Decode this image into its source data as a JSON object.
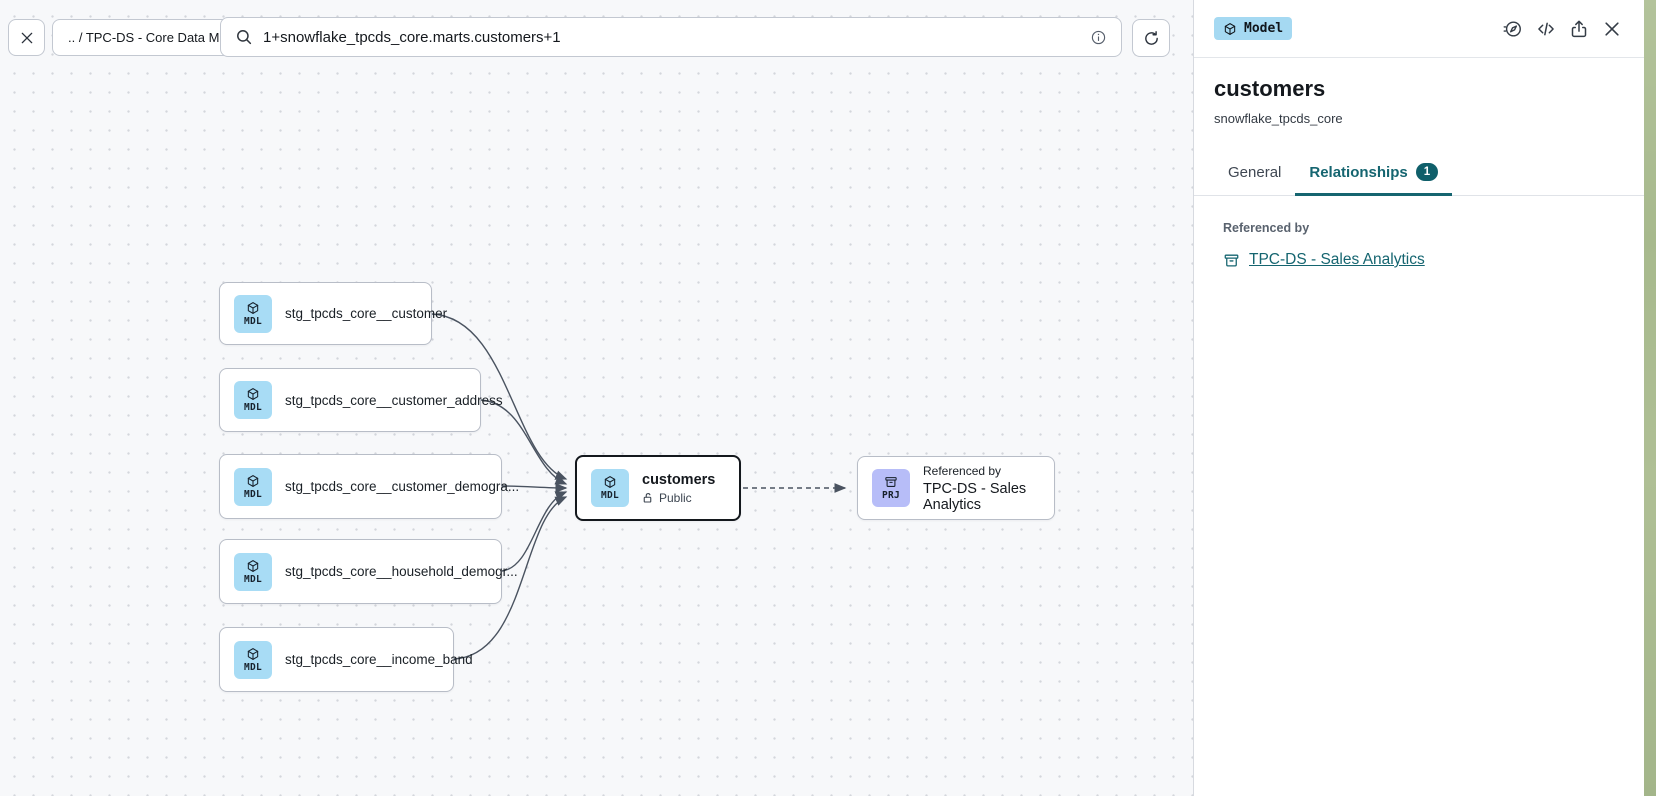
{
  "toolbar": {
    "breadcrumb": ".. / TPC-DS - Core Data Models",
    "search": {
      "value": "1+snowflake_tpcds_core.marts.customers+1"
    }
  },
  "panel": {
    "type_badge": "Model",
    "title": "customers",
    "subtitle": "snowflake_tpcds_core",
    "tabs": {
      "general": "General",
      "relationships": "Relationships",
      "relationships_count": "1"
    },
    "referenced_by_label": "Referenced by",
    "referenced_link": "TPC-DS - Sales Analytics"
  },
  "graph": {
    "model_badge": "MDL",
    "project_badge": "PRJ",
    "upstream": [
      {
        "label": "stg_tpcds_core__customer"
      },
      {
        "label": "stg_tpcds_core__customer_address"
      },
      {
        "label": "stg_tpcds_core__customer_demogra..."
      },
      {
        "label": "stg_tpcds_core__household_demogr..."
      },
      {
        "label": "stg_tpcds_core__income_band"
      }
    ],
    "selected": {
      "title": "customers",
      "visibility": "Public"
    },
    "referenced": {
      "caption": "Referenced by",
      "title": "TPC-DS - Sales Analytics"
    }
  },
  "colors": {
    "accent_teal": "#156570",
    "model_icon_bg": "#a8dcf5",
    "project_icon_bg": "#b7bdf8",
    "canvas_bg": "#f7f8fa",
    "selected_border": "#14181d"
  }
}
